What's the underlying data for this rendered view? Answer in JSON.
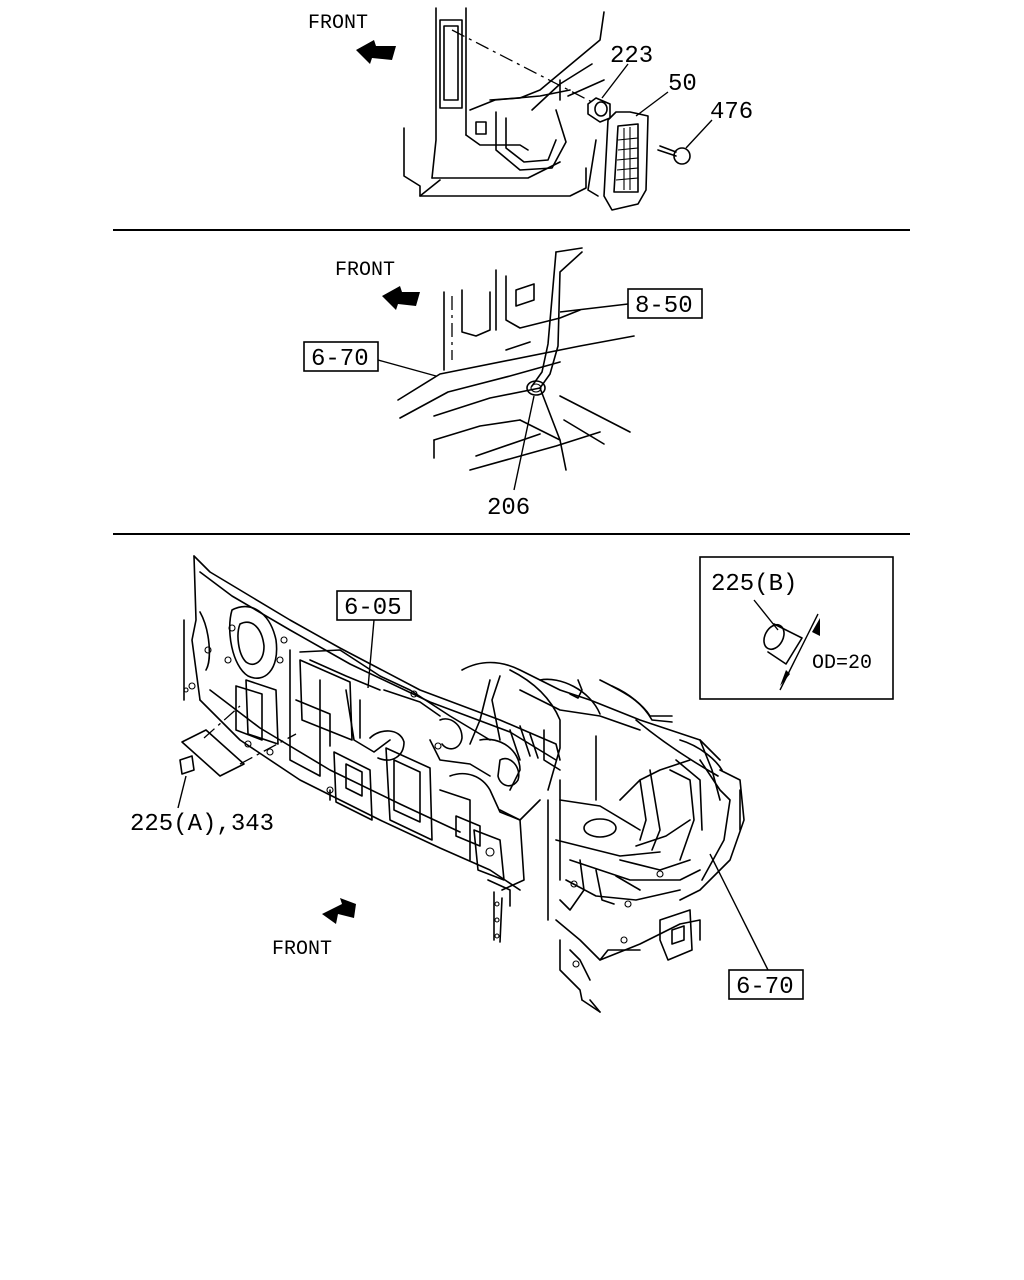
{
  "panels": [
    {
      "front_label": "FRONT",
      "callouts": [
        "223",
        "50",
        "476"
      ]
    },
    {
      "front_label": "FRONT",
      "ref_boxes": [
        "8-50",
        "6-70"
      ],
      "callouts": [
        "206"
      ]
    },
    {
      "front_label": "FRONT",
      "ref_boxes": [
        "6-05",
        "6-70"
      ],
      "callouts": [
        "225(A),343"
      ],
      "detail": {
        "part": "225(B)",
        "dimension": "OD=20"
      }
    }
  ]
}
